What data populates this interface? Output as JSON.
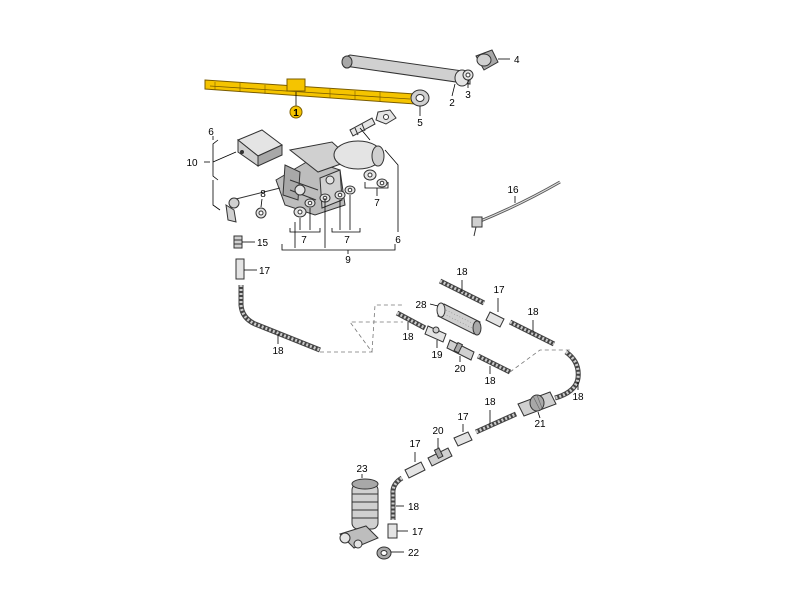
{
  "colors": {
    "highlight": "#f5c400",
    "part_fill": "#d0d0d0",
    "part_dark": "#a8a8a8",
    "line": "#000000"
  },
  "callouts": {
    "c1": "1",
    "c2": "2",
    "c3": "3",
    "c4": "4",
    "c5": "5",
    "c6a": "6",
    "c6b": "6",
    "c7a": "7",
    "c7b": "7",
    "c7c": "7",
    "c8": "8",
    "c9": "9",
    "c10": "10",
    "c15": "15",
    "c16": "16",
    "c17a": "17",
    "c17b": "17",
    "c17c": "17",
    "c17d": "17",
    "c17e": "17",
    "c18a": "18",
    "c18b": "18",
    "c18c": "18",
    "c18d": "18",
    "c18e": "18",
    "c18f": "18",
    "c18g": "18",
    "c18h": "18",
    "c19": "19",
    "c20a": "20",
    "c20b": "20",
    "c21": "21",
    "c22": "22",
    "c23": "23",
    "c28": "28"
  }
}
